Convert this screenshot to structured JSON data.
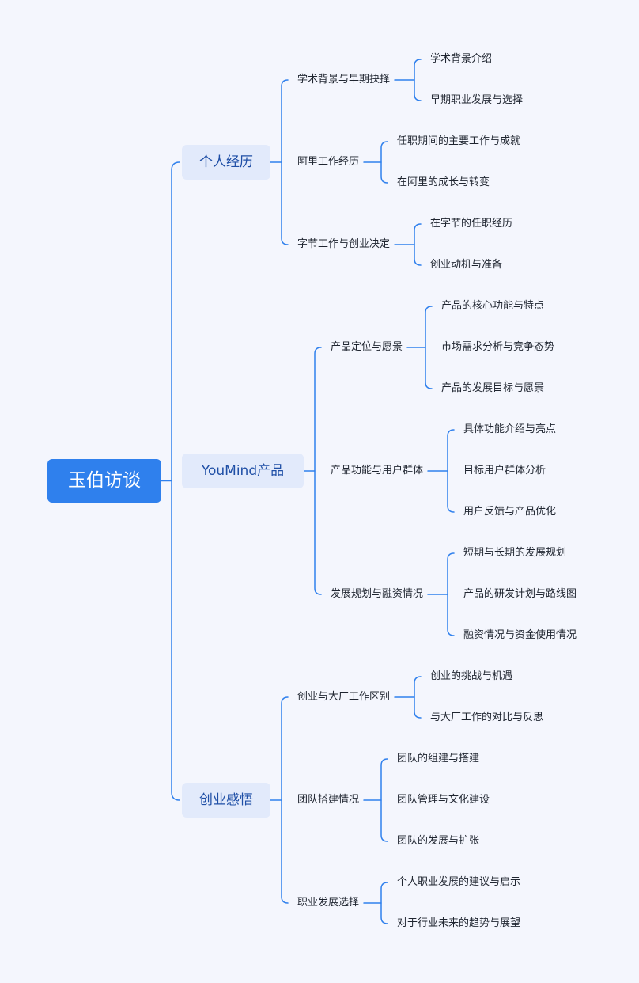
{
  "mindmap": {
    "root": "玉伯访谈",
    "branches": [
      {
        "label": "个人经历",
        "topics": [
          {
            "label": "学术背景与早期抉择",
            "leaves": [
              "学术背景介绍",
              "早期职业发展与选择"
            ]
          },
          {
            "label": "阿里工作经历",
            "leaves": [
              "任职期间的主要工作与成就",
              "在阿里的成长与转变"
            ]
          },
          {
            "label": "字节工作与创业决定",
            "leaves": [
              "在字节的任职经历",
              "创业动机与准备"
            ]
          }
        ]
      },
      {
        "label": "YouMind产品",
        "topics": [
          {
            "label": "产品定位与愿景",
            "leaves": [
              "产品的核心功能与特点",
              "市场需求分析与竞争态势",
              "产品的发展目标与愿景"
            ]
          },
          {
            "label": "产品功能与用户群体",
            "leaves": [
              "具体功能介绍与亮点",
              "目标用户群体分析",
              "用户反馈与产品优化"
            ]
          },
          {
            "label": "发展规划与融资情况",
            "leaves": [
              "短期与长期的发展规划",
              "产品的研发计划与路线图",
              "融资情况与资金使用情况"
            ]
          }
        ]
      },
      {
        "label": "创业感悟",
        "topics": [
          {
            "label": "创业与大厂工作区别",
            "leaves": [
              "创业的挑战与机遇",
              "与大厂工作的对比与反思"
            ]
          },
          {
            "label": "团队搭建情况",
            "leaves": [
              "团队的组建与搭建",
              "团队管理与文化建设",
              "团队的发展与扩张"
            ]
          },
          {
            "label": "职业发展选择",
            "leaves": [
              "个人职业发展的建议与启示",
              "对于行业未来的趋势与展望"
            ]
          }
        ]
      }
    ]
  },
  "colors": {
    "background": "#f4f6fd",
    "root_fill": "#2f80ed",
    "root_text": "#ffffff",
    "branch_fill": "#e2eafb",
    "branch_text": "#1f4fa6",
    "connector": "#2f80ed",
    "node_text": "#1f2530"
  }
}
